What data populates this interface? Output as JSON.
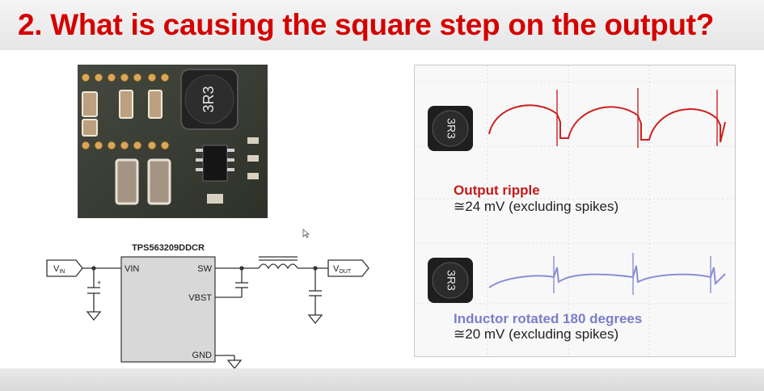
{
  "title": "2. What is causing the square step on the output?",
  "schematic": {
    "part_number": "TPS563209DDCR",
    "pin_vin": "VIN",
    "pin_sw": "SW",
    "pin_vbst": "VBST",
    "pin_gnd": "GND",
    "vin_label": "V",
    "vin_sub": "IN",
    "vout_label": "V",
    "vout_sub": "OUT",
    "cap_polarity": "+"
  },
  "inductor_marking": "3R3",
  "scope": {
    "top_caption": "Output ripple",
    "top_value": "≅24 mV (excluding spikes)",
    "bottom_caption": "Inductor rotated 180 degrees",
    "bottom_value": "≅20 mV (excluding spikes)",
    "top_color": "#cc2222",
    "bottom_color": "#8a8ed6"
  }
}
